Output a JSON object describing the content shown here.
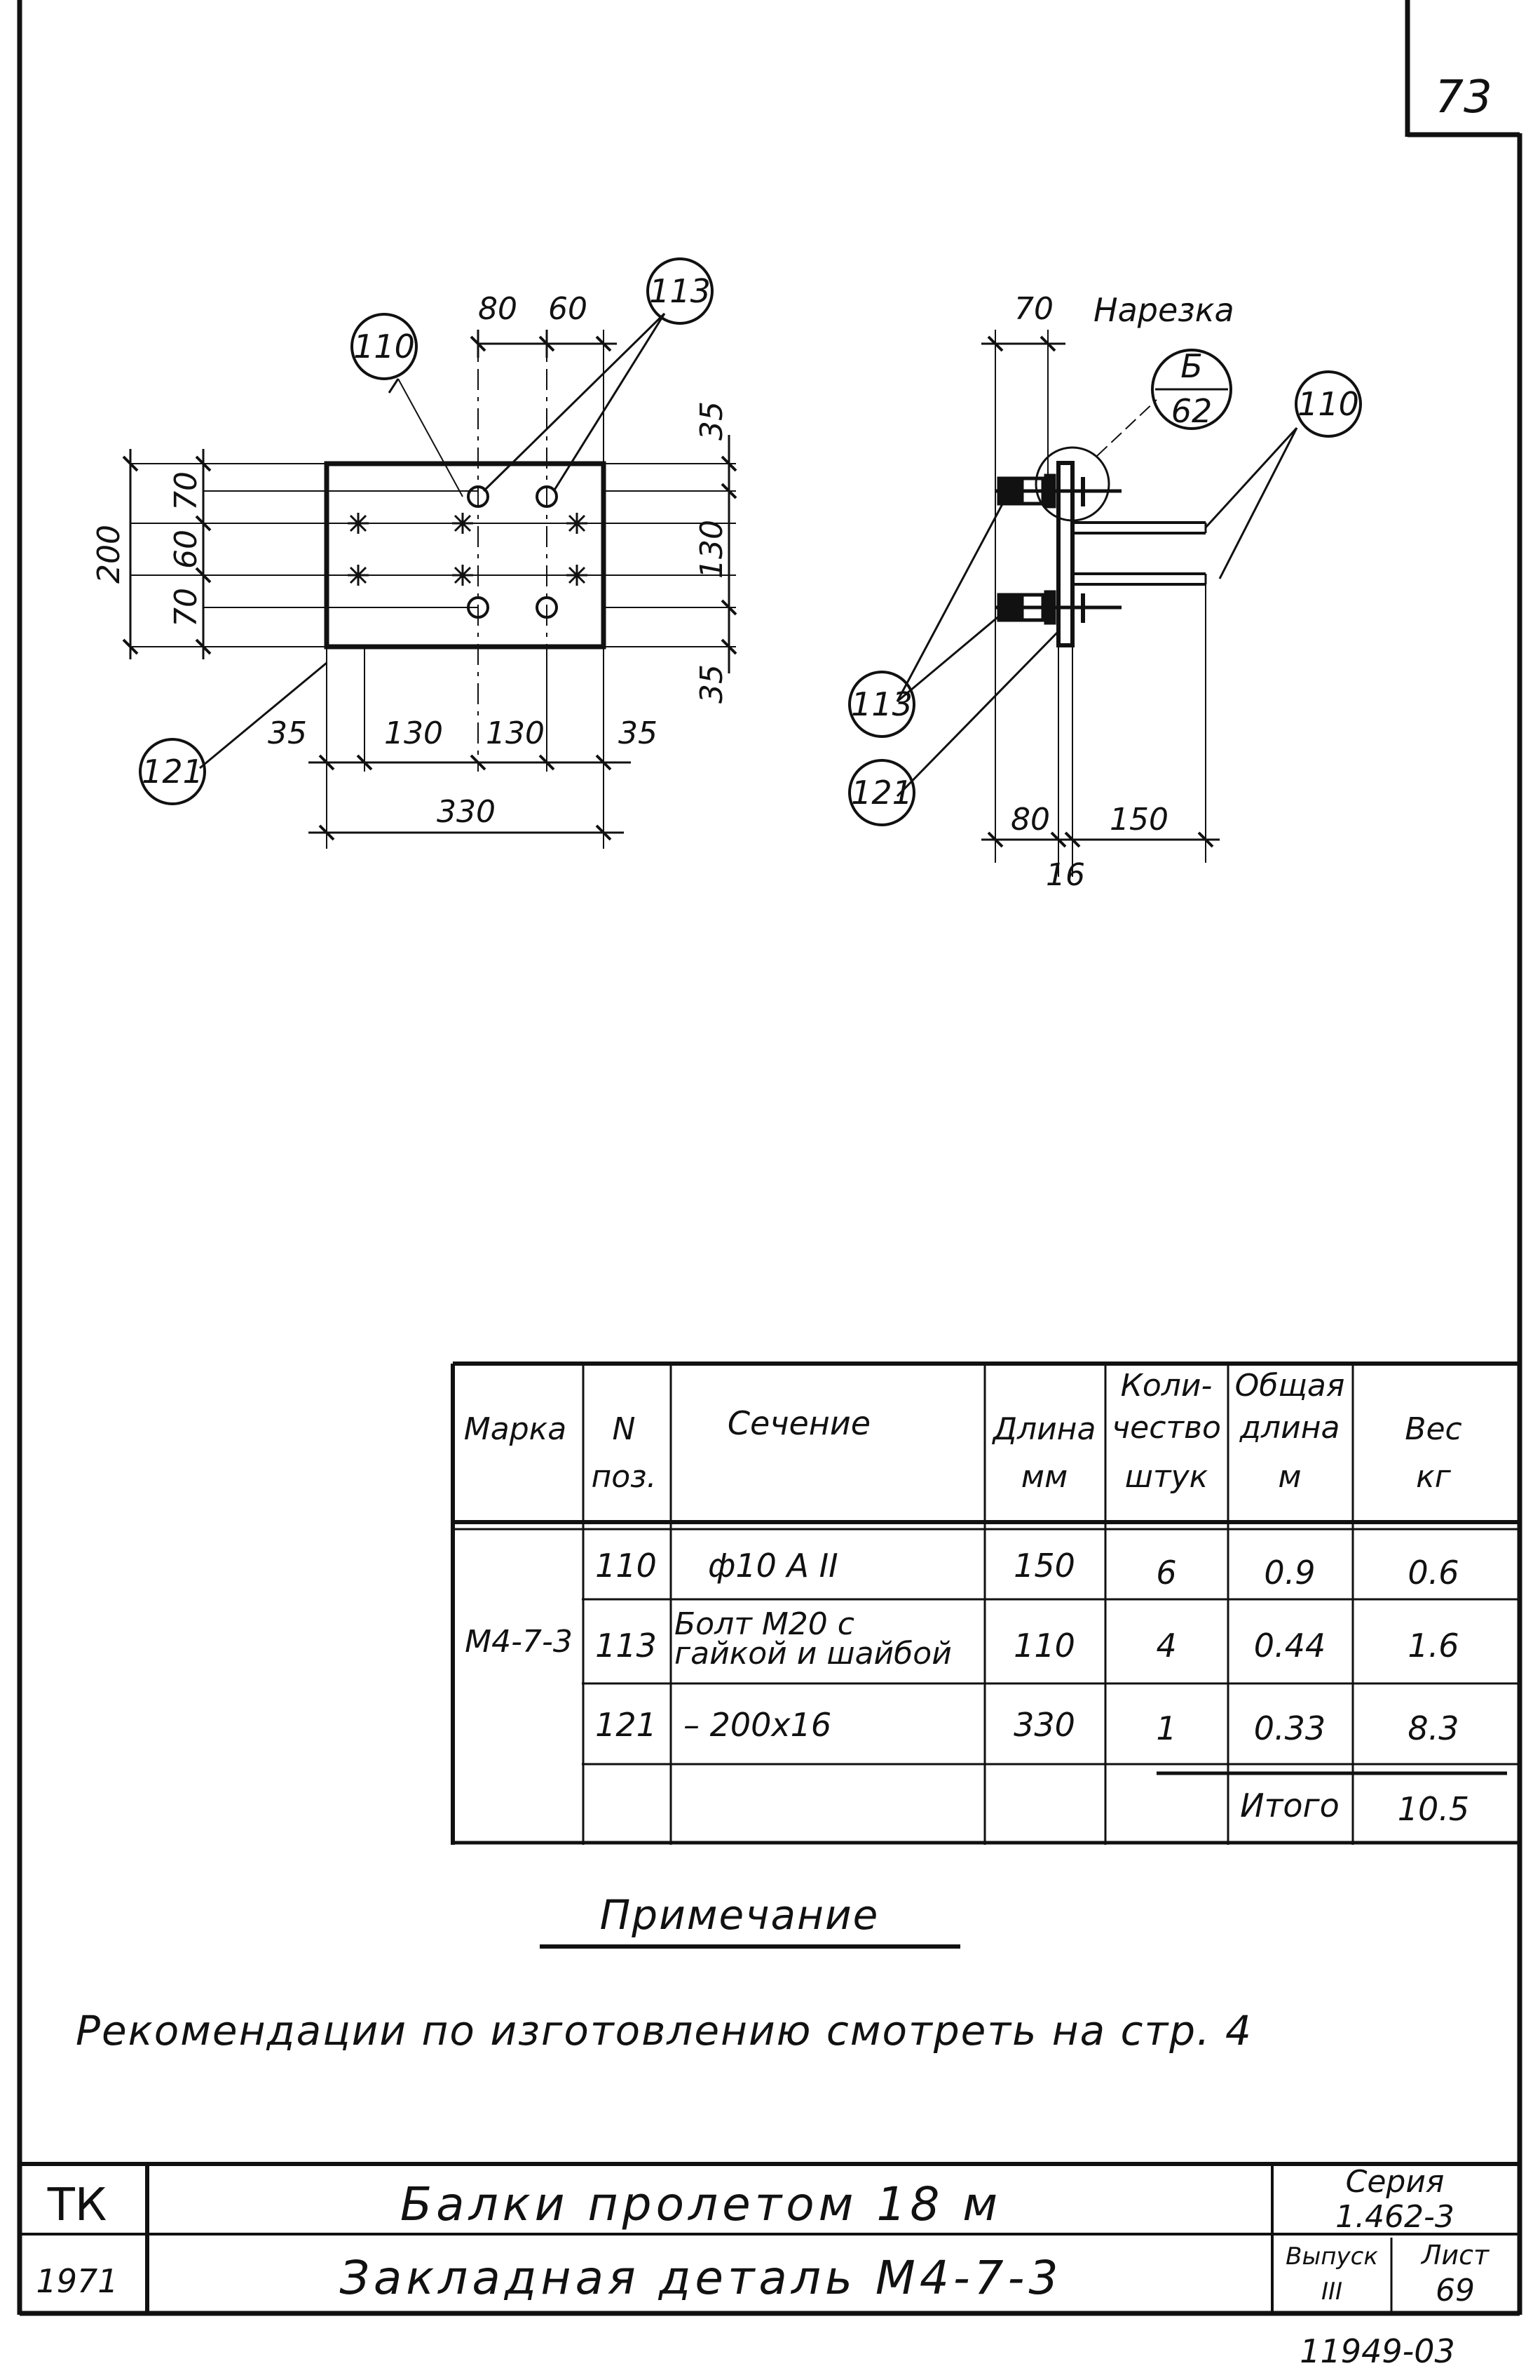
{
  "page_number": "73",
  "plan_view": {
    "top_dims": [
      "80",
      "60"
    ],
    "left_dims": [
      "200",
      "70",
      "60",
      "70"
    ],
    "right_dims": [
      "35",
      "130",
      "35"
    ],
    "bottom_dims": [
      "35",
      "130",
      "130",
      "35"
    ],
    "overall_dim": "330",
    "callouts": [
      "110",
      "113",
      "121"
    ]
  },
  "side_view": {
    "top_dim": "70",
    "thread_label": "Нарезка",
    "section_callout": {
      "letter": "Б",
      "sheet": "62"
    },
    "bottom_dims": [
      "80",
      "150",
      "16"
    ],
    "callouts": [
      "110",
      "113",
      "121"
    ]
  },
  "spec_table": {
    "headers": {
      "mark": "Марка",
      "pos": [
        "N",
        "поз."
      ],
      "section": "Сечение",
      "length": [
        "Длина",
        "мм"
      ],
      "qty": [
        "Коли-",
        "чество",
        "штук"
      ],
      "total_length": [
        "Общая",
        "длина",
        "м"
      ],
      "weight": [
        "Вес",
        "кг"
      ]
    },
    "mark_value": "М4-7-3",
    "rows": [
      {
        "pos": "110",
        "section": "ф10 А II",
        "length": "150",
        "qty": "6",
        "total": "0.9",
        "weight": "0.6"
      },
      {
        "pos": "113",
        "section": [
          "Болт М20 с",
          "гайкой и шайбой"
        ],
        "length": "110",
        "qty": "4",
        "total": "0.44",
        "weight": "1.6"
      },
      {
        "pos": "121",
        "section": "– 200х16",
        "length": "330",
        "qty": "1",
        "total": "0.33",
        "weight": "8.3"
      }
    ],
    "total_label": "Итого",
    "total_value": "10.5"
  },
  "note": {
    "title": "Примечание",
    "text": "Рекомендации по изготовлению смотреть на стр. 4"
  },
  "title_block": {
    "org": "ТК",
    "year": "1971",
    "title1": "Балки пролетом 18 м",
    "title2": "Закладная деталь М4-7-3",
    "series_label": "Серия",
    "series_value": "1.462-3",
    "issue_label": "Выпуск",
    "issue_value": "III",
    "sheet_label": "Лист",
    "sheet_value": "69"
  },
  "inventory_number": "11949-03"
}
